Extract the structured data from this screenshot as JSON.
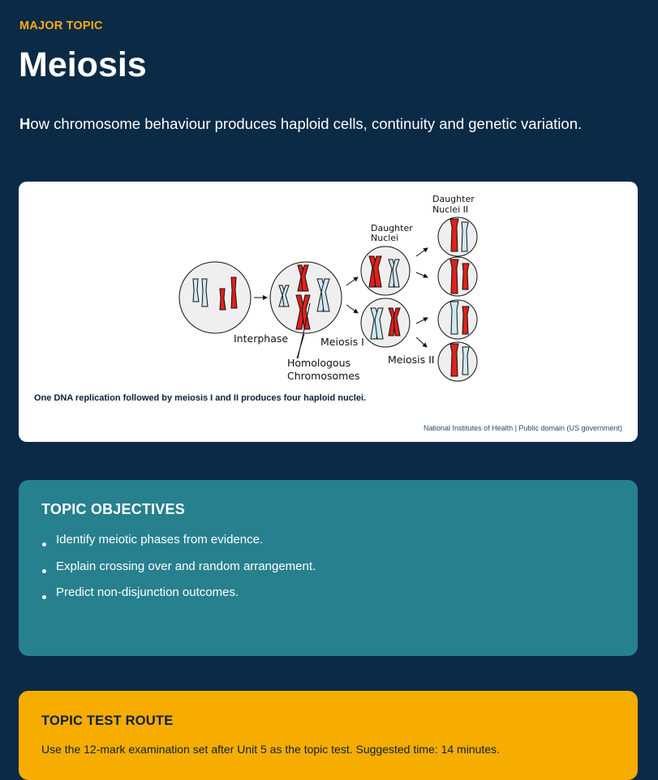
{
  "header": {
    "eyebrow": "MAJOR TOPIC",
    "title": "Meiosis",
    "intro_first_letter": "H",
    "intro_rest": "ow chromosome behaviour produces haploid cells, continuity and genetic variation."
  },
  "figure": {
    "labels": {
      "interphase": "Interphase",
      "meiosis_1": "Meiosis I",
      "meiosis_2": "Meiosis II",
      "homologous_line1": "Homologous",
      "homologous_line2": "Chromosomes",
      "daughter_nuclei_line1": "Daughter",
      "daughter_nuclei_line2": "Nuclei",
      "daughter_nuclei_2_line1": "Daughter",
      "daughter_nuclei_2_line2": "Nuclei II"
    },
    "caption": "One DNA replication followed by meiosis I and II produces four haploid nuclei.",
    "credit": "National Institutes of Health | Public domain (US government)",
    "colors": {
      "red_chromosome": "#e0201a",
      "blue_chromosome": "#cfe8f2",
      "nucleus": "#efefef"
    }
  },
  "objectives": {
    "heading": "TOPIC OBJECTIVES",
    "items": [
      "Identify meiotic phases from evidence.",
      "Explain crossing over and random arrangement.",
      "Predict non-disjunction outcomes."
    ]
  },
  "test_route": {
    "heading": "TOPIC TEST ROUTE",
    "text": "Use the 12-mark examination set after Unit 5 as the topic test. Suggested time: 14 minutes."
  },
  "colors": {
    "background": "#0b2a45",
    "accent": "#f6ad14",
    "objectives_bg": "#27808e",
    "test_bg": "#f6ad00"
  }
}
